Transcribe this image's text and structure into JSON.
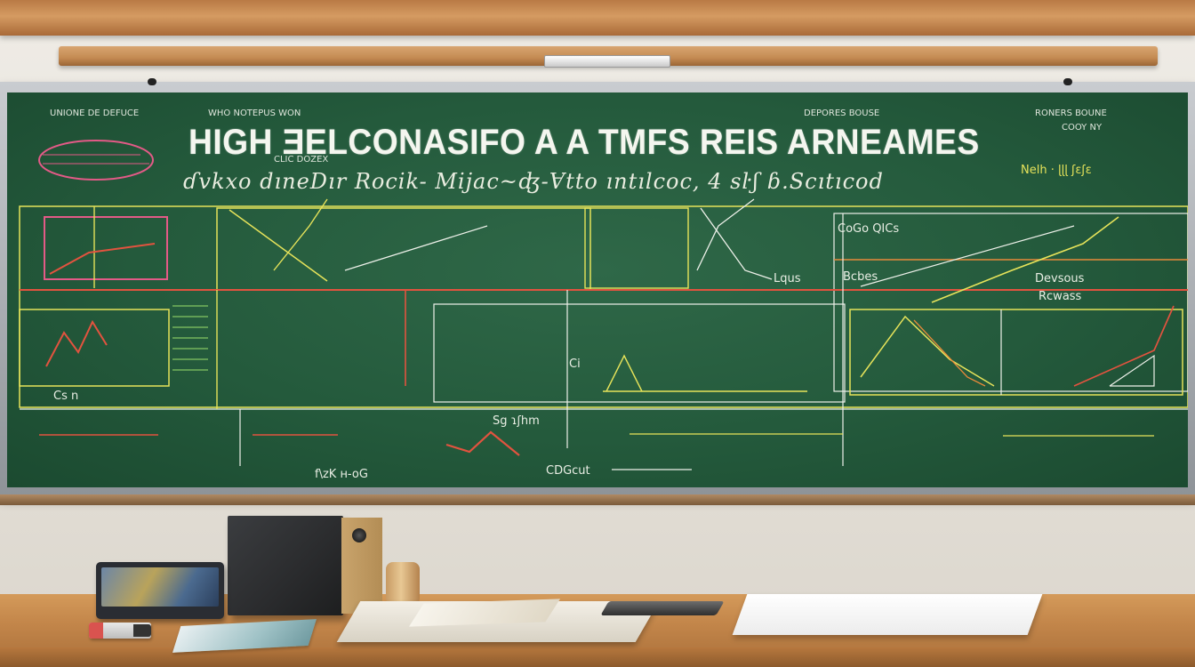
{
  "board": {
    "headline": "HIGH ƎELCONASIFO A A TMFS REIS ARNEAMES",
    "subline": "ɗvkxo dıneDır   Rocik- Mijac~ʤ-Ɐtto ıntılcoc, 4 sŀʃ ɓ.Scıtıcod",
    "top_left_note": "UNIONE DE DEFUCE",
    "top_center_note": "WHO NOTEPUS WON",
    "top_right_note": "DEPORES BOUSE",
    "far_right_note": "RONERS BOUNE",
    "far_right_sub": "COOY NY",
    "right_margin_note": "Nelh · ɭɭɭ ʃɛʃɛ",
    "graph_labels": {
      "box1": "CLIC DOZEX",
      "mid_left": "Bcbes",
      "mid_right": "Devsous",
      "mid_right_sub": "Rcwass",
      "center_left": "Lqus",
      "center_bottom": "Ci",
      "bottom_left": "f\\zK  ʜ-oG",
      "bottom_center": "CDGcut",
      "right_box": "CoGo QICs",
      "lower_left": "Cs n",
      "lower_mid": "Sg ɿʃhm"
    },
    "chalk_colors": {
      "white": "#eef1ea",
      "yellow": "#e6e35a",
      "red": "#e2533f",
      "orange": "#e88a3a",
      "pink": "#e35a87",
      "green": "#9be06b"
    }
  },
  "desk_items": [
    "tablet",
    "speaker",
    "cup",
    "marker",
    "cards",
    "books",
    "phone",
    "notebook"
  ]
}
